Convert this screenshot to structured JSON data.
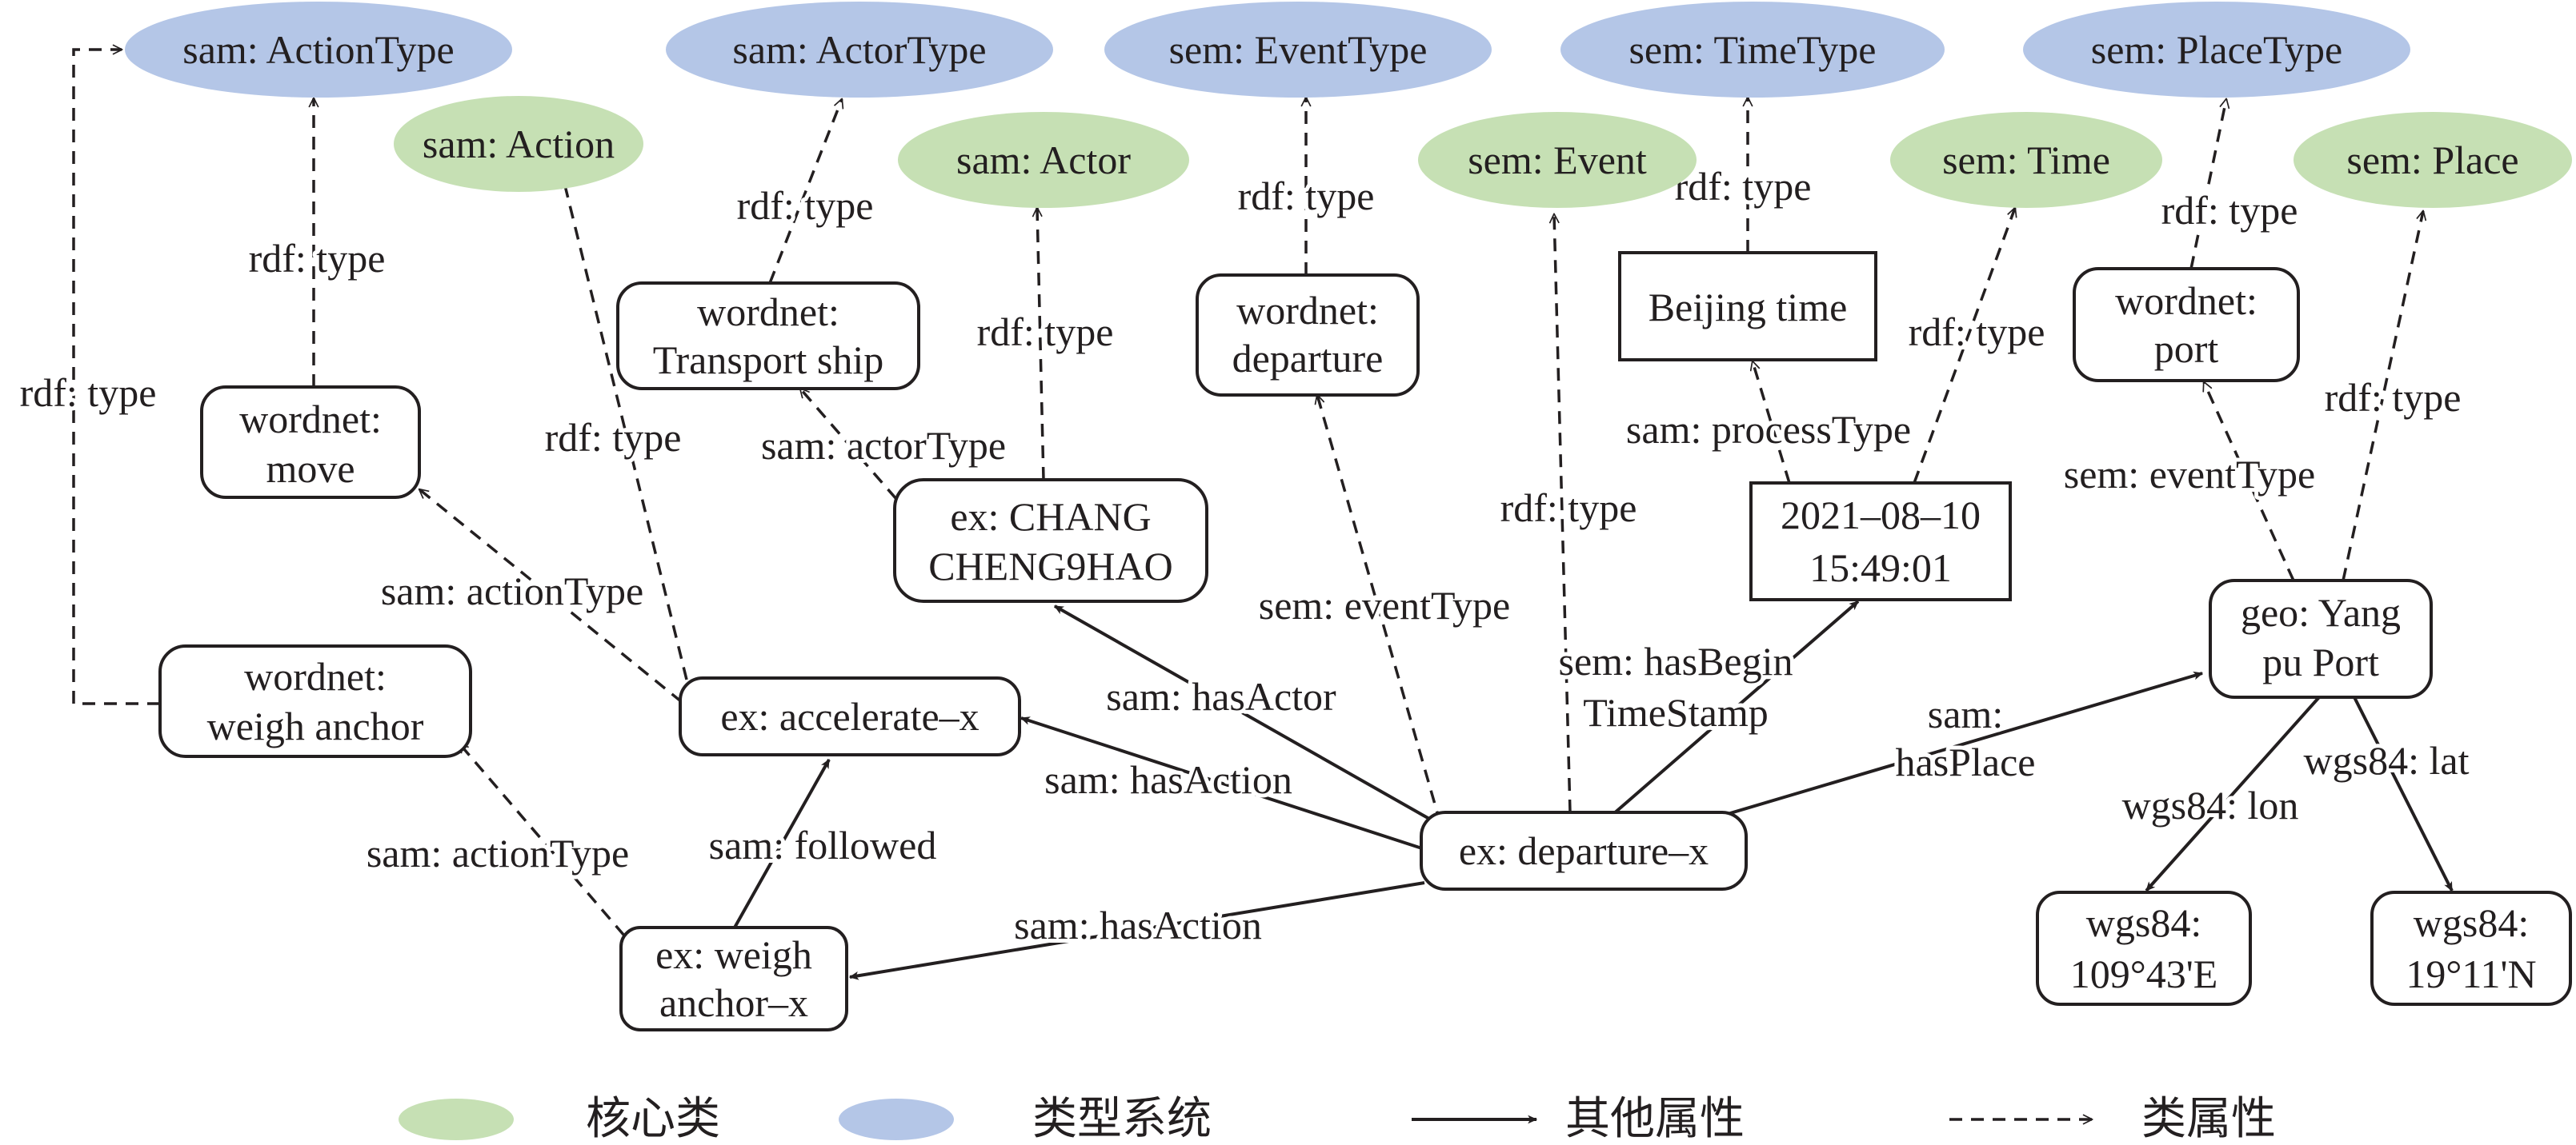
{
  "colors": {
    "core": "#c6e0b4",
    "type_system": "#b4c6e7",
    "line": "#231f20"
  },
  "ellipses": [
    {
      "id": "actiontype",
      "label": "sam: ActionType",
      "kind": "type_system"
    },
    {
      "id": "actortype",
      "label": "sam: ActorType",
      "kind": "type_system"
    },
    {
      "id": "eventtype",
      "label": "sem: EventType",
      "kind": "type_system"
    },
    {
      "id": "timetype",
      "label": "sem: TimeType",
      "kind": "type_system"
    },
    {
      "id": "placetype",
      "label": "sem: PlaceType",
      "kind": "type_system"
    },
    {
      "id": "action",
      "label": "sam: Action",
      "kind": "core"
    },
    {
      "id": "actor",
      "label": "sam: Actor",
      "kind": "core"
    },
    {
      "id": "event",
      "label": "sem: Event",
      "kind": "core"
    },
    {
      "id": "time",
      "label": "sem: Time",
      "kind": "core"
    },
    {
      "id": "place",
      "label": "sem: Place",
      "kind": "core"
    }
  ],
  "boxes": [
    {
      "id": "wn_transport",
      "lines": [
        "wordnet:",
        "Transport ship"
      ],
      "style": "rounded"
    },
    {
      "id": "wn_departure",
      "lines": [
        "wordnet:",
        "departure"
      ],
      "style": "rounded"
    },
    {
      "id": "beijing",
      "lines": [
        "Beijing time"
      ],
      "style": "square"
    },
    {
      "id": "wn_port",
      "lines": [
        "wordnet:",
        "port"
      ],
      "style": "rounded"
    },
    {
      "id": "wn_move",
      "lines": [
        "wordnet:",
        "move"
      ],
      "style": "rounded"
    },
    {
      "id": "changcheng",
      "lines": [
        "ex: CHANG",
        "CHENG9HAO"
      ],
      "style": "rounded"
    },
    {
      "id": "datetime",
      "lines": [
        "2021–08–10",
        "15:49:01"
      ],
      "style": "square"
    },
    {
      "id": "yangpu",
      "lines": [
        "geo: Yang",
        "pu Port"
      ],
      "style": "rounded"
    },
    {
      "id": "wn_weigh",
      "lines": [
        "wordnet:",
        "weigh anchor"
      ],
      "style": "rounded"
    },
    {
      "id": "accelerate",
      "lines": [
        "ex: accelerate–x"
      ],
      "style": "rounded"
    },
    {
      "id": "departure_x",
      "lines": [
        "ex: departure–x"
      ],
      "style": "rounded"
    },
    {
      "id": "weigh_x",
      "lines": [
        "ex: weigh",
        "anchor–x"
      ],
      "style": "rounded"
    },
    {
      "id": "lon",
      "lines": [
        "wgs84:",
        "109°43'E"
      ],
      "style": "rounded"
    },
    {
      "id": "lat",
      "lines": [
        "wgs84:",
        "19°11'N"
      ],
      "style": "rounded"
    }
  ],
  "edges": [
    {
      "from": "wn_weigh",
      "to": "actiontype",
      "style": "dashed",
      "label": "rdf: type"
    },
    {
      "from": "wn_move",
      "to": "actiontype",
      "style": "dashed",
      "label": "rdf: type"
    },
    {
      "from": "accelerate",
      "to": "action",
      "style": "dashed",
      "label": "rdf: type"
    },
    {
      "from": "wn_transport",
      "to": "actortype",
      "style": "dashed",
      "label": "rdf: type"
    },
    {
      "from": "changcheng",
      "to": "actor",
      "style": "dashed",
      "label": "rdf: type"
    },
    {
      "from": "wn_departure",
      "to": "eventtype",
      "style": "dashed",
      "label": "rdf: type"
    },
    {
      "from": "departure_x",
      "to": "event",
      "style": "dashed",
      "label": "rdf: type"
    },
    {
      "from": "beijing",
      "to": "timetype",
      "style": "dashed",
      "label": "rdf: type"
    },
    {
      "from": "datetime",
      "to": "time",
      "style": "dashed",
      "label": "rdf: type"
    },
    {
      "from": "wn_port",
      "to": "placetype",
      "style": "dashed",
      "label": "rdf: type"
    },
    {
      "from": "yangpu",
      "to": "place",
      "style": "dashed",
      "label": "rdf: type"
    },
    {
      "from": "changcheng",
      "to": "wn_transport",
      "style": "dashed",
      "label": "sam: actorType"
    },
    {
      "from": "accelerate",
      "to": "wn_move",
      "style": "dashed",
      "label": "sam: actionType"
    },
    {
      "from": "weigh_x",
      "to": "wn_weigh",
      "style": "dashed",
      "label": "sam: actionType"
    },
    {
      "from": "departure_x",
      "to": "wn_departure",
      "style": "dashed",
      "label": "sem: eventType"
    },
    {
      "from": "datetime",
      "to": "beijing",
      "style": "dashed",
      "label": "sam: processType"
    },
    {
      "from": "yangpu",
      "to": "wn_port",
      "style": "dashed",
      "label": "sem: eventType"
    },
    {
      "from": "departure_x",
      "to": "changcheng",
      "style": "solid",
      "label": "sam: hasActor"
    },
    {
      "from": "departure_x",
      "to": "accelerate",
      "style": "solid",
      "label": "sam: hasAction"
    },
    {
      "from": "departure_x",
      "to": "weigh_x",
      "style": "solid",
      "label": "sam: hasAction"
    },
    {
      "from": "weigh_x",
      "to": "accelerate",
      "style": "solid",
      "label": "sam: followed"
    },
    {
      "from": "departure_x",
      "to": "datetime",
      "style": "solid",
      "label": "sem: hasBegin TimeStamp"
    },
    {
      "from": "departure_x",
      "to": "yangpu",
      "style": "solid",
      "label": "sam: hasPlace"
    },
    {
      "from": "yangpu",
      "to": "lon",
      "style": "solid",
      "label": "wgs84: lon"
    },
    {
      "from": "yangpu",
      "to": "lat",
      "style": "solid",
      "label": "wgs84: lat"
    }
  ],
  "edge_labels": {
    "rdf_type": "rdf: type",
    "actor_type": "sam: actorType",
    "action_type": "sam: actionType",
    "event_type": "sem: eventType",
    "process_type": "sam: processType",
    "place_event_type": "sem: eventType",
    "has_actor": "sam: hasActor",
    "has_action": "sam: hasAction",
    "followed": "sam: followed",
    "has_begin_1": "sem: hasBegin",
    "has_begin_2": "TimeStamp",
    "has_place_1": "sam:",
    "has_place_2": "hasPlace",
    "lon": "wgs84: lon",
    "lat": "wgs84: lat"
  },
  "legend": {
    "core": "核心类",
    "type_system": "类型系统",
    "other_property": "其他属性",
    "class_property": "类属性"
  }
}
